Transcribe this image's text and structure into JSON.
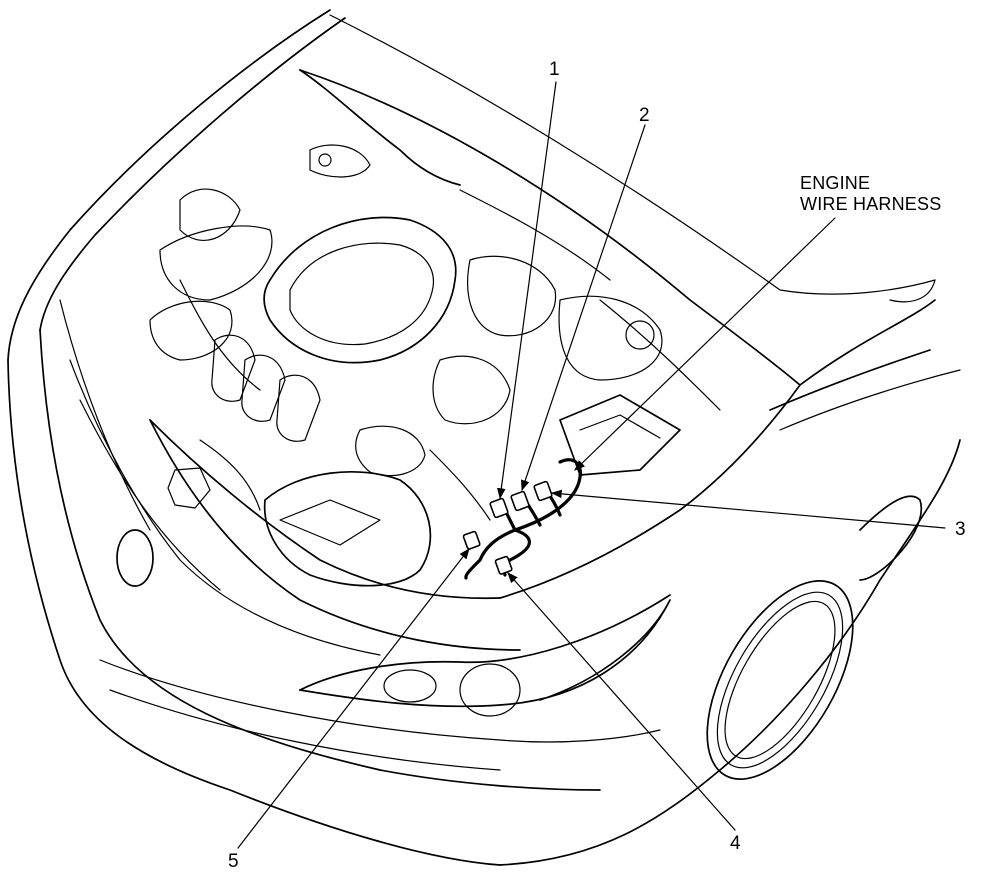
{
  "callouts": {
    "c1": "1",
    "c2": "2",
    "c3": "3",
    "c4": "4",
    "c5": "5"
  },
  "harness_label": {
    "line1": "ENGINE",
    "line2": "WIRE HARNESS"
  },
  "colors": {
    "ink": "#000000",
    "paper": "#ffffff"
  }
}
